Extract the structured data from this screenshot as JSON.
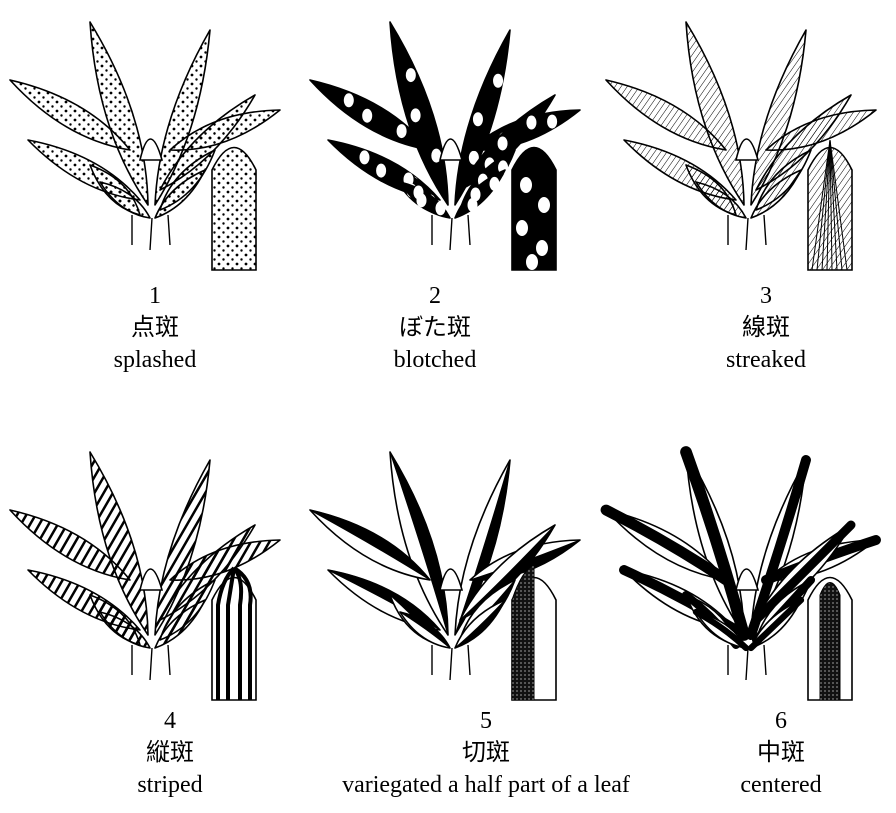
{
  "panels": [
    {
      "number": "1",
      "jp": "点斑",
      "en": "splashed",
      "pattern": "splashed"
    },
    {
      "number": "2",
      "jp": "ぼた斑",
      "en": "blotched",
      "pattern": "blotched"
    },
    {
      "number": "3",
      "jp": "線斑",
      "en": "streaked",
      "pattern": "streaked"
    },
    {
      "number": "4",
      "jp": "縦斑",
      "en": "striped",
      "pattern": "striped"
    },
    {
      "number": "5",
      "jp": "切斑",
      "en": "variegated a half part of a leaf",
      "pattern": "half"
    },
    {
      "number": "6",
      "jp": "中斑",
      "en": "centered",
      "pattern": "centered"
    }
  ]
}
